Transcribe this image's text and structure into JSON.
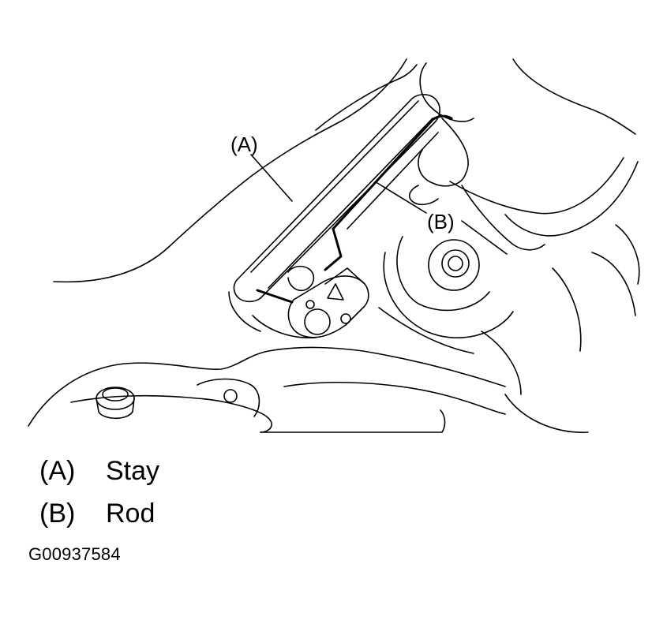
{
  "callouts": {
    "a": "(A)",
    "b": "(B)"
  },
  "legend": {
    "items": [
      {
        "key": "(A)",
        "label": "Stay"
      },
      {
        "key": "(B)",
        "label": "Rod"
      }
    ]
  },
  "figure_id": "G00937584"
}
